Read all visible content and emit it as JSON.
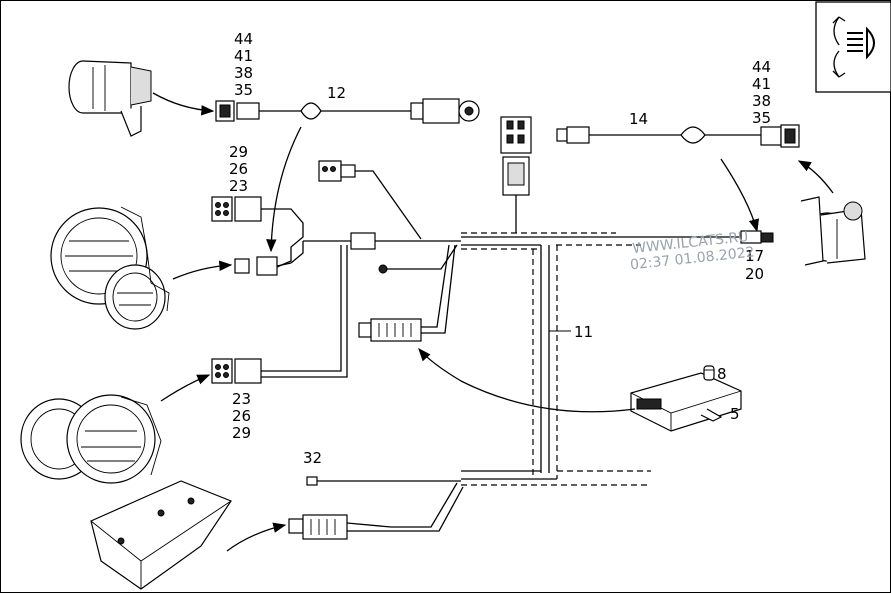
{
  "labels": {
    "left_top_stack": [
      "44",
      "41",
      "38",
      "35"
    ],
    "right_top_stack": [
      "44",
      "41",
      "38",
      "35"
    ],
    "mid_upper_stack": [
      "29",
      "26",
      "23"
    ],
    "mid_lower_stack": [
      "23",
      "26",
      "29"
    ],
    "harness_12": "12",
    "harness_14": "14",
    "harness_11": "11",
    "part_17": "17",
    "part_20": "20",
    "part_8": "8",
    "part_5": "5",
    "part_32": "32"
  },
  "watermark": {
    "site": "WWW.ILCATS.RU",
    "timestamp": "02:37 01.08.2022"
  },
  "icon": {
    "name": "headlamp-range-control-icon"
  }
}
